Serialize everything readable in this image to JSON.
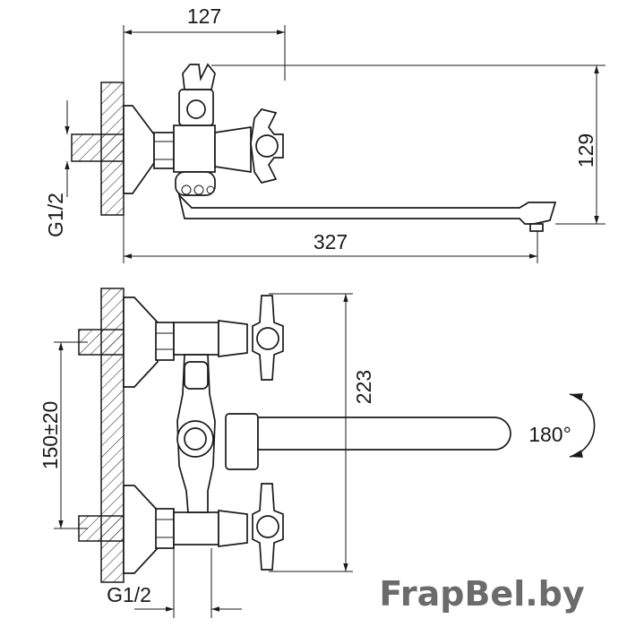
{
  "dimensions": {
    "top_width": "127",
    "height": "129",
    "total_length": "327",
    "thread_top": "G1/2",
    "body_height": "223",
    "center_distance": "150±20",
    "rotation": "180°",
    "thread_bottom": "G1/2"
  },
  "watermark": "FrapBel.by",
  "colors": {
    "line": "#1a1a1a",
    "watermark": "#6b6b6b"
  }
}
